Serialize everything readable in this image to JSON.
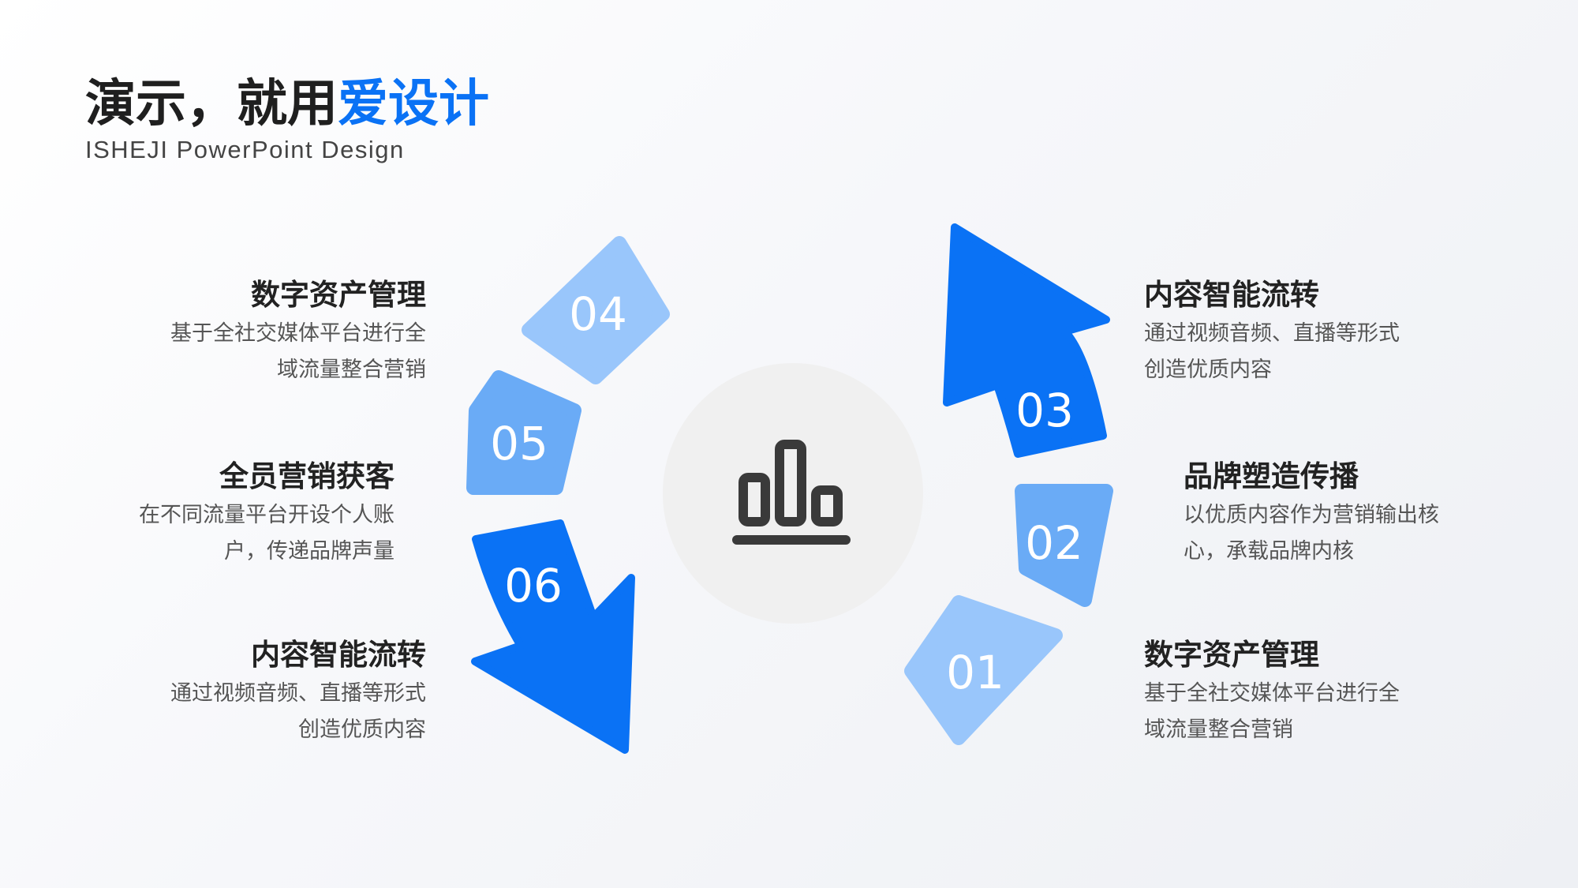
{
  "header": {
    "title_main": "演示，就用",
    "title_accent": "爱设计",
    "subtitle": "ISHEJI  PowerPoint  Design"
  },
  "steps": [
    {
      "number": "01",
      "title": "数字资产管理",
      "desc_line1": "基于全社交媒体平台进行全",
      "desc_line2": "域流量整合营销"
    },
    {
      "number": "02",
      "title": "品牌塑造传播",
      "desc_line1": "以优质内容作为营销输出核",
      "desc_line2": "心，承载品牌内核"
    },
    {
      "number": "03",
      "title": "内容智能流转",
      "desc_line1": "通过视频音频、直播等形式",
      "desc_line2": "创造优质内容"
    },
    {
      "number": "04",
      "title": "数字资产管理",
      "desc_line1": "基于全社交媒体平台进行全",
      "desc_line2": "域流量整合营销"
    },
    {
      "number": "05",
      "title": "全员营销获客",
      "desc_line1": "在不同流量平台开设个人账",
      "desc_line2": "户，传递品牌声量"
    },
    {
      "number": "06",
      "title": "内容智能流转",
      "desc_line1": "通过视频音频、直播等形式",
      "desc_line2": "创造优质内容"
    }
  ],
  "colors": {
    "dark_blue": "#0a72f5",
    "medium_blue": "#6aabf6",
    "light_blue": "#99c6fb",
    "center_circle": "#f0f0f0",
    "icon": "#3a3a3a"
  },
  "center_icon": "bar-chart-icon"
}
